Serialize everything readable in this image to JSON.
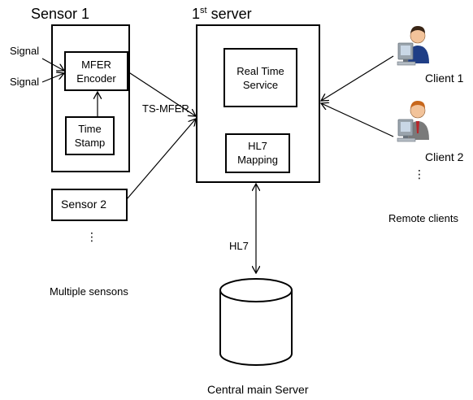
{
  "diagram": {
    "sensor1": {
      "title": "Sensor 1",
      "signal_inputs": [
        "Signal",
        "Signal"
      ],
      "encoder": {
        "line1": "MFER",
        "line2": "Encoder"
      },
      "timestamp": {
        "line1": "Time",
        "line2": "Stamp"
      }
    },
    "link_label": "TS-MFER",
    "sensor2": {
      "label": "Sensor 2"
    },
    "sensor_ellipsis": "⋮",
    "sensors_caption": "Multiple sensons",
    "server1": {
      "title_main": "1",
      "title_sup": "st",
      "title_rest": " server",
      "realtime": {
        "line1": "Real Time",
        "line2": "Service"
      },
      "hl7map": {
        "line1": "HL7",
        "line2": "Mapping"
      }
    },
    "hl7_label": "HL7",
    "central_server": "Central main Server",
    "clients": [
      {
        "label": "Client 1",
        "icon": "person-computer-icon"
      },
      {
        "label": "Client 2",
        "icon": "person-computer-icon"
      }
    ],
    "client_ellipsis": "⋮",
    "clients_caption": "Remote clients"
  }
}
